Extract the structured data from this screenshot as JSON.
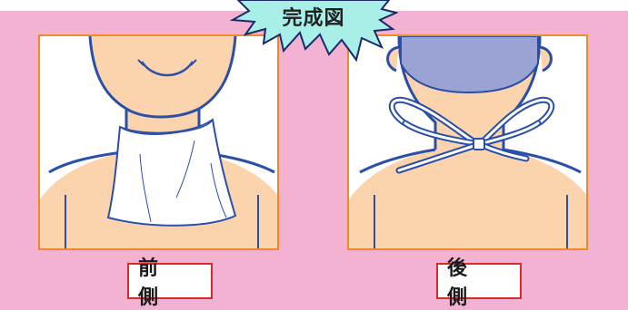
{
  "title": "完成図",
  "panels": {
    "front_label": "前 側",
    "back_label": "後 側"
  },
  "colors": {
    "background": "#f4b2d2",
    "panel_border": "#ef8a2a",
    "label_border": "#d92b2b",
    "skin": "#fbd3ad",
    "outline": "#2a4fa8",
    "cap": "#9aa3d4",
    "burst_fill": "#a8efe8"
  }
}
